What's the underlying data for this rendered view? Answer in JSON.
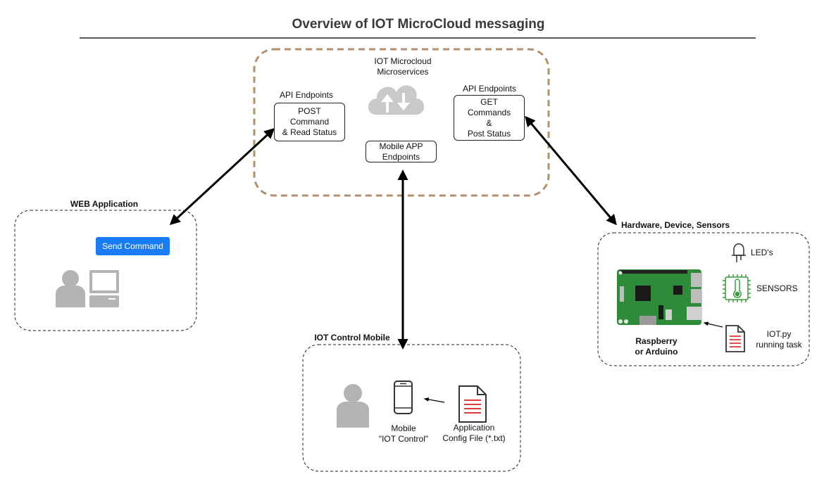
{
  "title": "Overview of IOT MicroCloud messaging",
  "cloud": {
    "label_line1": "IOT Microcloud",
    "label_line2": "Microservices",
    "left_endpoints_label": "API Endpoints",
    "left_endpoints_box": [
      "POST",
      "Command",
      "& Read Status"
    ],
    "right_endpoints_label": "API Endpoints",
    "right_endpoints_box": [
      "GET",
      "Commands",
      "&",
      "Post Status"
    ],
    "mobile_endpoints_box": [
      "Mobile APP",
      "Endpoints"
    ]
  },
  "web": {
    "title": "WEB Application",
    "button_label": "Send Command"
  },
  "mobile": {
    "title": "IOT Control Mobile",
    "phone_label": [
      "Mobile",
      "\"IOT Control\""
    ],
    "config_label": [
      "Application",
      "Config File (*.txt)"
    ]
  },
  "hardware": {
    "title": "Hardware, Device, Sensors",
    "led_label": "LED's",
    "sensors_label": "SENSORS",
    "board_label": [
      "Raspberry",
      "or Arduino"
    ],
    "script_label": [
      "IOT.py",
      "running task"
    ]
  },
  "colors": {
    "cloud_border": "#b0916a",
    "button": "#1a7cf5",
    "sensor_green": "#3a9c3a",
    "file_red": "#e03a3a",
    "person_gray": "#b3b3b3",
    "board_green": "#2e8b3a"
  }
}
